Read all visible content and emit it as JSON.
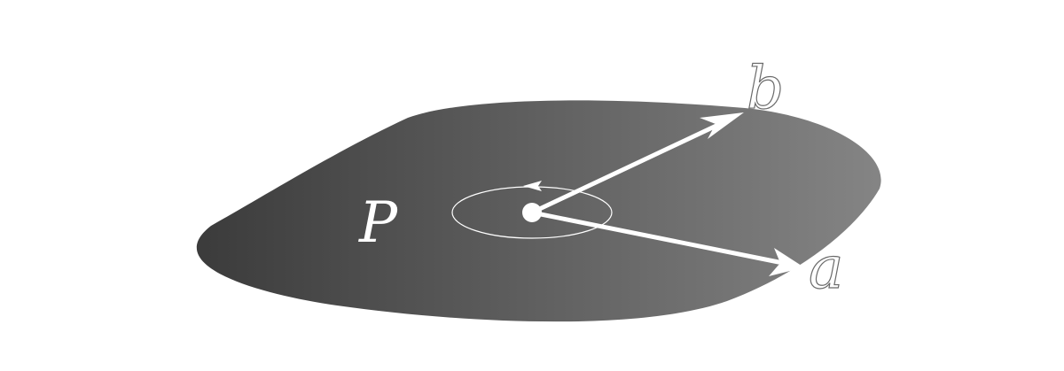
{
  "diagram": {
    "plane_label": "P",
    "vector_a_label": "a",
    "vector_b_label": "b",
    "colors": {
      "background": "#ffffff",
      "plane_dark": "#3a3a3a",
      "plane_light": "#858585",
      "vectors": "#ffffff",
      "outline_label_stroke": "#6a6a6a"
    },
    "icons": {
      "origin": "filled-circle",
      "rotation": "counterclockwise-ellipse-arrow"
    }
  }
}
